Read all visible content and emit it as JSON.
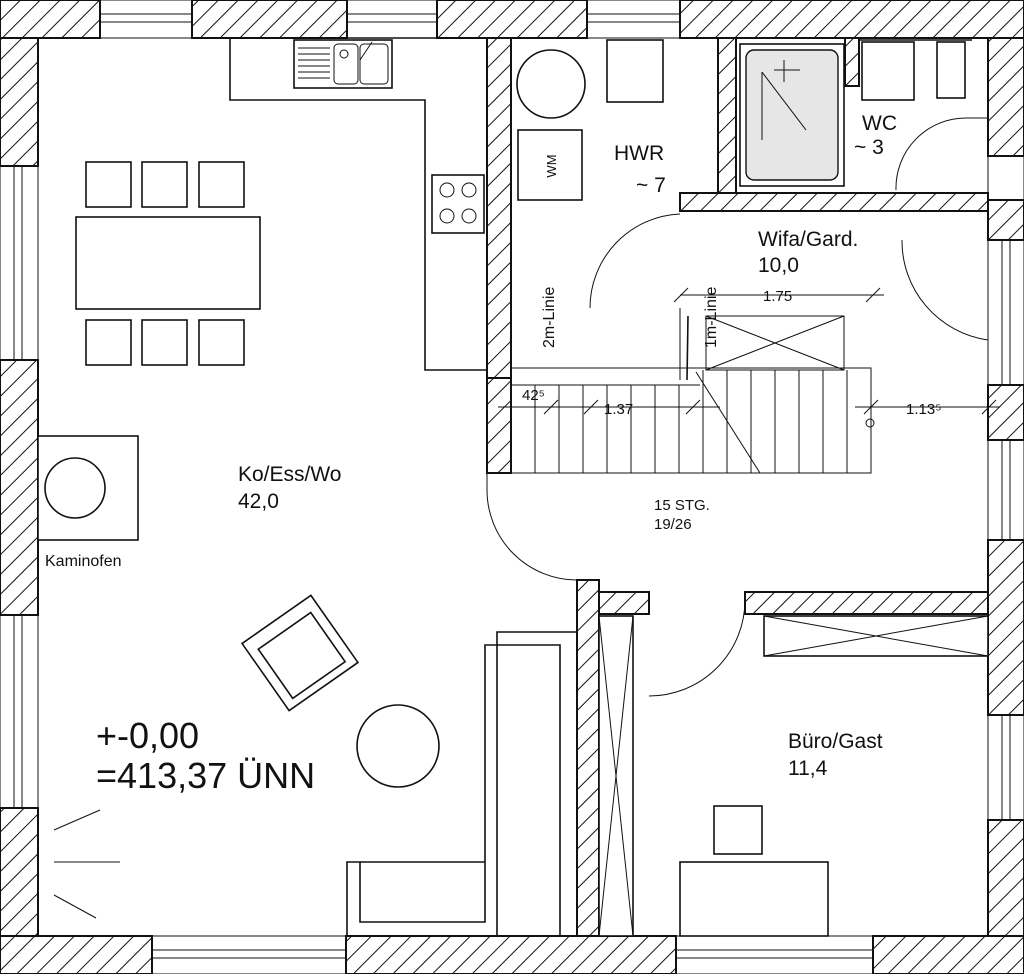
{
  "rooms": {
    "living": {
      "name": "Ko/Ess/Wo",
      "area": "42,0"
    },
    "hwr": {
      "name": "HWR",
      "area": "~ 7"
    },
    "wc": {
      "name": "WC",
      "area": "~ 3"
    },
    "wifa": {
      "name": "Wifa/Gard.",
      "area": "10,0"
    },
    "office": {
      "name": "Büro/Gast",
      "area": "11,4"
    }
  },
  "labels": {
    "kaminofen": "Kaminofen",
    "line_2m": "2m-Linie",
    "line_1m": "1m-Linie",
    "stairs_steps": "15 STG.",
    "stairs_ratio": "19/26",
    "level_1": "+-0,00",
    "level_2": "=413,37 ÜNN"
  },
  "dimensions": {
    "d1": "1.75",
    "d2": "1.37",
    "d3": "42⁵",
    "d4": "1.13⁵"
  },
  "icons": [
    "sink-icon",
    "stove-icon",
    "washing-machine-icon",
    "shower-icon",
    "toilet-icon",
    "fireplace-icon"
  ]
}
